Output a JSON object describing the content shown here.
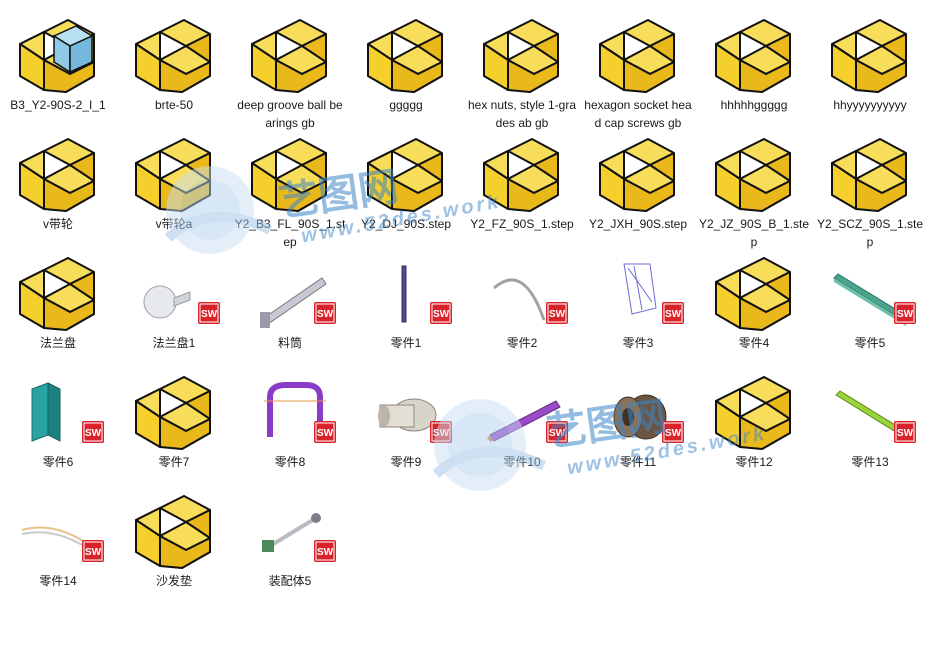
{
  "files": [
    {
      "label": "B3_Y2-90S-2_I_1",
      "type": "folder",
      "thumb": "folder-part-icon",
      "cube": true
    },
    {
      "label": "brte-50",
      "type": "folder",
      "thumb": "folder-part-icon"
    },
    {
      "label": "deep groove ball bearings gb",
      "type": "folder",
      "thumb": "folder-part-icon"
    },
    {
      "label": "ggggg",
      "type": "folder",
      "thumb": "folder-part-icon"
    },
    {
      "label": "hex nuts, style 1-grades ab gb",
      "type": "folder",
      "thumb": "folder-part-icon"
    },
    {
      "label": "hexagon socket head cap screws gb",
      "type": "folder",
      "thumb": "folder-part-icon"
    },
    {
      "label": "hhhhhggggg",
      "type": "folder",
      "thumb": "folder-part-icon"
    },
    {
      "label": "hhyyyyyyyyyy",
      "type": "folder",
      "thumb": "folder-part-icon"
    },
    {
      "label": "v带轮",
      "type": "folder",
      "thumb": "folder-part-icon"
    },
    {
      "label": "v带轮a",
      "type": "folder",
      "thumb": "folder-part-icon"
    },
    {
      "label": "Y2_B3_FL_90S_1.step",
      "type": "folder",
      "thumb": "folder-part-icon"
    },
    {
      "label": "Y2_DJ_90S.step",
      "type": "folder",
      "thumb": "folder-part-icon"
    },
    {
      "label": "Y2_FZ_90S_1.step",
      "type": "folder",
      "thumb": "folder-part-icon"
    },
    {
      "label": "Y2_JXH_90S.step",
      "type": "folder",
      "thumb": "folder-part-icon"
    },
    {
      "label": "Y2_JZ_90S_B_1.step",
      "type": "folder",
      "thumb": "folder-part-icon"
    },
    {
      "label": "Y2_SCZ_90S_1.step",
      "type": "folder",
      "thumb": "folder-part-icon"
    },
    {
      "label": "法兰盘",
      "type": "folder",
      "thumb": "folder-part-icon"
    },
    {
      "label": "法兰盘1",
      "type": "part",
      "thumb": "flange-thumbnail",
      "badge": "sw-icon"
    },
    {
      "label": "料筒",
      "type": "part",
      "thumb": "barrel-thumbnail",
      "badge": "sw-icon"
    },
    {
      "label": "零件1",
      "type": "part",
      "thumb": "rod-thumbnail",
      "badge": "sw-icon"
    },
    {
      "label": "零件2",
      "type": "part",
      "thumb": "arc-thumbnail",
      "badge": "sw-icon"
    },
    {
      "label": "零件3",
      "type": "part",
      "thumb": "wireframe-thumbnail",
      "badge": "sw-icon"
    },
    {
      "label": "零件4",
      "type": "folder",
      "thumb": "folder-part-icon"
    },
    {
      "label": "零件5",
      "type": "part",
      "thumb": "plate-thumbnail",
      "badge": "sw-icon"
    },
    {
      "label": "零件6",
      "type": "part",
      "thumb": "block-thumbnail",
      "badge": "sw-icon"
    },
    {
      "label": "零件7",
      "type": "folder",
      "thumb": "folder-part-icon"
    },
    {
      "label": "零件8",
      "type": "part",
      "thumb": "handle-thumbnail",
      "badge": "sw-icon"
    },
    {
      "label": "零件9",
      "type": "part",
      "thumb": "cylinder-thumbnail",
      "badge": "sw-icon"
    },
    {
      "label": "零件10",
      "type": "part",
      "thumb": "shaft-thumbnail",
      "badge": "sw-icon"
    },
    {
      "label": "零件11",
      "type": "part",
      "thumb": "hub-thumbnail",
      "badge": "sw-icon"
    },
    {
      "label": "零件12",
      "type": "folder",
      "thumb": "folder-part-icon"
    },
    {
      "label": "零件13",
      "type": "part",
      "thumb": "green-bar-thumbnail",
      "badge": "sw-icon"
    },
    {
      "label": "零件14",
      "type": "part",
      "thumb": "sketch-thumbnail",
      "badge": "sw-icon"
    },
    {
      "label": "沙发垫",
      "type": "folder",
      "thumb": "folder-part-icon"
    },
    {
      "label": "装配体5",
      "type": "part",
      "thumb": "assembly-thumbnail",
      "badge": "sw-icon"
    }
  ],
  "watermark": {
    "brand": "艺图网",
    "url": "www.52des.work"
  },
  "colors": {
    "part_yellow": "#f5cf2b",
    "part_outline": "#111111",
    "cube_blue": "#8fc9e6",
    "sw_red": "#d8232a"
  }
}
